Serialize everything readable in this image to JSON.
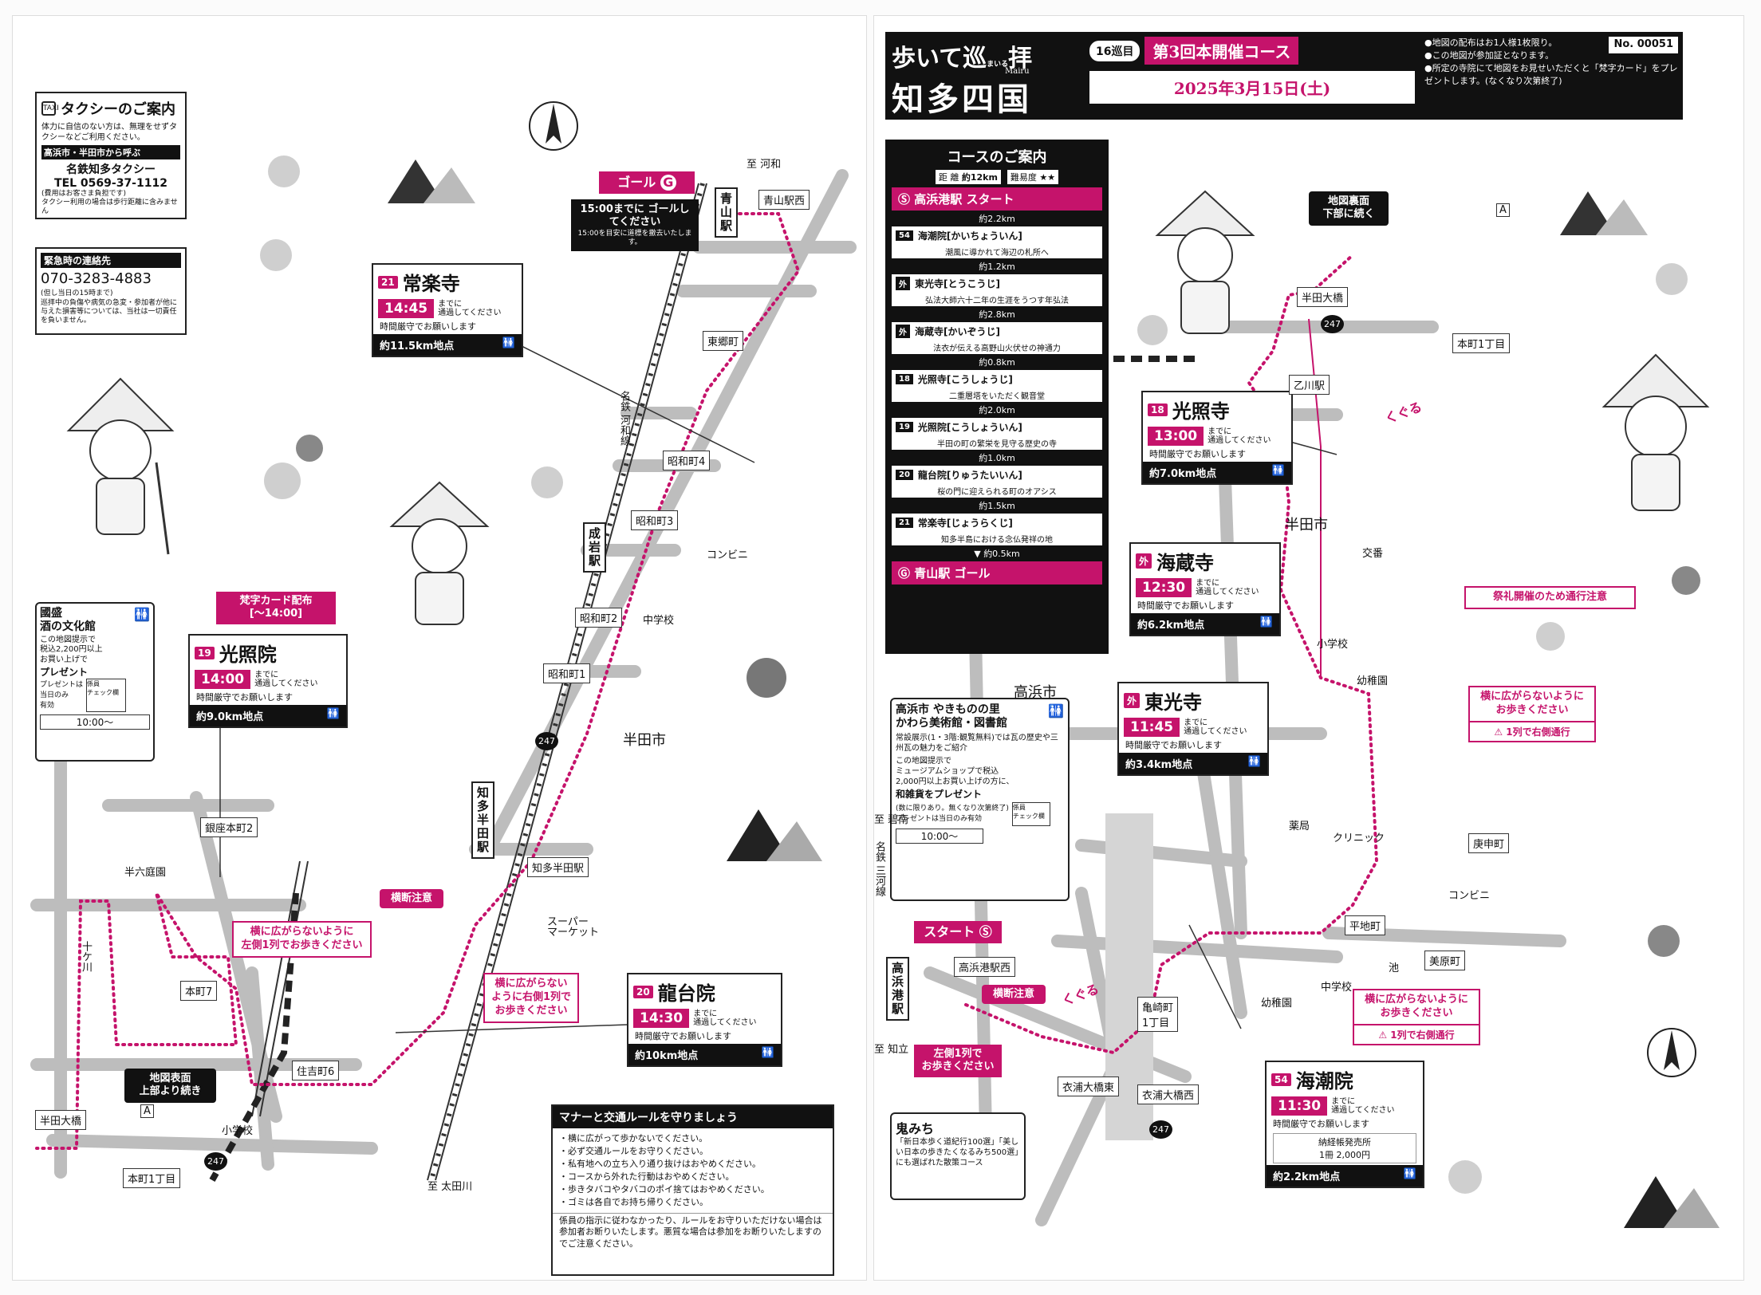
{
  "left": {
    "taxi": {
      "title": "タクシーのご案内",
      "body": "体力に自信のない方は、無理をせずタクシーなどご利用ください。",
      "sub": "高浜市・半田市から呼ぶ",
      "company": "名鉄知多タクシー",
      "tel": "TEL 0569-37-1112",
      "note": "(費用はお客さま負担です)\nタクシー利用の場合は歩行距離に含みません"
    },
    "emergency": {
      "title": "緊急時の連絡先",
      "tel": "070-3283-4883",
      "hours": "(但し当日の15時まで)",
      "body": "巡拝中の負傷や病気の急変・参加者が他に与えた損害等については、当社は一切責任を負いません。"
    },
    "goal": {
      "label": "ゴール",
      "badge": "G",
      "time_note": "15:00までに ゴールしてください",
      "sub": "15:00を目安に道標を撤去いたします。"
    },
    "temple21": {
      "num": "21",
      "name": "常楽寺",
      "time": "14:45",
      "made": "までに\n通過してください",
      "note": "時間厳守でお願いします",
      "dist": "約11.5km地点"
    },
    "temple19": {
      "num": "19",
      "name": "光照院",
      "time": "14:00",
      "made": "までに\n通過してください",
      "note": "時間厳守でお願いします",
      "dist": "約9.0km地点"
    },
    "temple20": {
      "num": "20",
      "name": "龍台院",
      "time": "14:30",
      "made": "までに\n通過してください",
      "note": "時間厳守でお願いします",
      "dist": "約10km地点"
    },
    "card": {
      "title": "梵字カード配布",
      "hours": "[～14:00]"
    },
    "museum": {
      "name": "國盛\n酒の文化館",
      "body": "この地図提示で\n税込2,200円以上\nお買い上げで",
      "present": "プレゼント",
      "cond": "プレゼントは\n当日のみ\n有効",
      "check": "係員\nチェック欄",
      "hours": "10:00～"
    },
    "callout_left1": "横に広がらないように\n左側1列でお歩きください",
    "callout_left2": "横に広がらない\nように右側1列で\nお歩きください",
    "crossing": "横断注意",
    "continue": "地図表面\n上部より続き",
    "manners": {
      "title": "マナーと交通ルールを守りましょう",
      "rules": [
        "・横に広がって歩かないでください。",
        "・必ず交通ルールをお守りください。",
        "・私有地への立ち入り通り抜けはおやめください。",
        "・コースから外れた行動はおやめください。",
        "・歩きタバコやタバコのポイ捨てはおやめください。",
        "・ゴミは各自でお持ち帰りください。"
      ],
      "footer": "係員の指示に従わなかったり、ルールをお守りいただけない場合は参加者お断りいたします。悪質な場合は参加をお断りいたしますのでご注意ください。"
    },
    "stations": {
      "aoyama": "青山駅",
      "narudai": "成岩駅",
      "chitahanda": "知多半田駅"
    },
    "labels": {
      "to_kawawa": "至 河和",
      "aoyama_west": "青山駅西",
      "togo": "東郷町",
      "meitetsu": "名鉄 河和線",
      "showa4": "昭和町4",
      "showa3": "昭和町3",
      "showa2": "昭和町2",
      "showa1": "昭和町1",
      "conv": "コンビニ",
      "jhs": "中学校",
      "handa": "半田市",
      "ginza2": "銀座本町2",
      "hanroku": "半六庭園",
      "honmachi7": "本町7",
      "jukkagawa": "十ケ川",
      "sumiyoshi6": "住吉町6",
      "elem": "小学校",
      "handaohashi": "半田大橋",
      "honmachi1": "本町1丁目",
      "chitahanda_stop": "知多半田駅",
      "super": "スーパー\nマーケット",
      "to_otagawa": "至 太田川",
      "route247": "247",
      "a_mark": "A"
    }
  },
  "right": {
    "header": {
      "brand1": "歩いて巡",
      "brand_small": "まいる",
      "brand2": "拝",
      "brand_en": "Mairu",
      "brand3": "知多四国",
      "round": "16巡目",
      "title": "第3回本開催コース",
      "date": "2025年3月15日(土)",
      "no": "No. 00051",
      "notes": [
        "●地図の配布はお1人様1枚限り。",
        "●この地図が参加証となります。",
        "●所定の寺院にて地図をお見せいただくと「梵字カード」をプレゼントします。(なくなり次第終了)"
      ]
    },
    "guide": {
      "title": "コースのご案内",
      "dist_lbl": "距 離",
      "dist": "約12km",
      "diff_lbl": "難易度",
      "diff": "★★",
      "start": "高浜港駅 スタート",
      "items": [
        {
          "seg": "約2.2km",
          "num": "54",
          "name": "海潮院[かいちょういん]",
          "desc": "潮風に導かれて海辺の札所へ"
        },
        {
          "seg": "約1.2km",
          "num": "外",
          "name": "東光寺[とうこうじ]",
          "desc": "弘法大師六十二年の生涯をうつす年弘法"
        },
        {
          "seg": "約2.8km",
          "num": "外",
          "name": "海蔵寺[かいぞうじ]",
          "desc": "法衣が伝える高野山火伏せの神通力"
        },
        {
          "seg": "約0.8km",
          "num": "18",
          "name": "光照寺[こうしょうじ]",
          "desc": "二重層塔をいただく観音堂"
        },
        {
          "seg": "約2.0km",
          "num": "19",
          "name": "光照院[こうしょういん]",
          "desc": "半田の町の繁栄を見守る歴史の寺"
        },
        {
          "seg": "約1.0km",
          "num": "20",
          "name": "龍台院[りゅうたいいん]",
          "desc": "桜の門に迎えられる町のオアシス"
        },
        {
          "seg": "約1.5km",
          "num": "21",
          "name": "常楽寺[じょうらくじ]",
          "desc": "知多半島における念仏発祥の地"
        }
      ],
      "last_seg": "約0.5km",
      "goal": "青山駅 ゴール"
    },
    "temple18": {
      "num": "18",
      "name": "光照寺",
      "time": "13:00",
      "made": "までに\n通過してください",
      "note": "時間厳守でお願いします",
      "dist": "約7.0km地点"
    },
    "kaizo": {
      "num": "外",
      "name": "海蔵寺",
      "time": "12:30",
      "made": "までに\n通過してください",
      "note": "時間厳守でお願いします",
      "dist": "約6.2km地点"
    },
    "toko": {
      "num": "外",
      "name": "東光寺",
      "time": "11:45",
      "made": "までに\n通過してください",
      "note": "時間厳守でお願いします",
      "dist": "約3.4km地点"
    },
    "kaicho": {
      "num": "54",
      "name": "海潮院",
      "time": "11:30",
      "made": "までに\n通過してください",
      "note": "時間厳守でお願いします",
      "extra": "納経帳発売所\n1冊 2,000円",
      "dist": "約2.2km地点"
    },
    "museum": {
      "title": "高浜市 やきものの里\nかわら美術館・図書館",
      "body": "常設展示(1・3階:観覧無料)では瓦の歴史や三州瓦の魅力をご紹介",
      "body2": "この地図提示で\nミュージアムショップで税込\n2,000円以上お買い上げの方に、",
      "present": "和雑貨をプレゼント",
      "cond": "(数に限りあり。無くなり次第終了)\nプレゼントは当日のみ有効",
      "check": "係員\nチェック欄",
      "hours": "10:00～"
    },
    "onimichi": {
      "title": "鬼みち",
      "body": "「新日本歩く道紀行100選」「美しい日本の歩きたくなるみち500選」にも選ばれた散策コース"
    },
    "continue": "地図裏面\n下部に続く",
    "festival": "祭礼開催のため通行注意",
    "callout1": "横に広がらないように\nお歩きください",
    "callout1b": "⚠ 1列で右側通行",
    "callout2": "横に広がらないように\nお歩きください",
    "callout2b": "⚠ 1列で右側通行",
    "start": "スタート",
    "crossing": "横断注意",
    "left_walk": "左側1列で\nお歩きください",
    "kuguru": "くぐる",
    "labels": {
      "handaohashi": "半田大橋",
      "honmachi1": "本町1丁目",
      "otsukawa": "乙川駅",
      "handa": "半田市",
      "takahama": "高浜市",
      "kosyo": "交番",
      "elem": "小学校",
      "kinder": "幼稚園",
      "pharm": "薬局",
      "clinic": "クリニック",
      "koshin": "庚申町",
      "conv": "コンビニ",
      "heichi": "平地町",
      "ike": "池",
      "mihara": "美原町",
      "jhs": "中学校",
      "kinder2": "幼稚園",
      "takahama_st": "高浜港駅",
      "takahama_west": "高浜港駅西",
      "kamezaki": "亀崎町\n1丁目",
      "kinuura_e": "衣浦大橋東",
      "kinuura_w": "衣浦大橋西",
      "to_hekinan": "至 碧南",
      "to_chiryu": "至 知立",
      "meitetsu": "名鉄 三河線",
      "route247": "247",
      "a_mark": "A"
    }
  }
}
